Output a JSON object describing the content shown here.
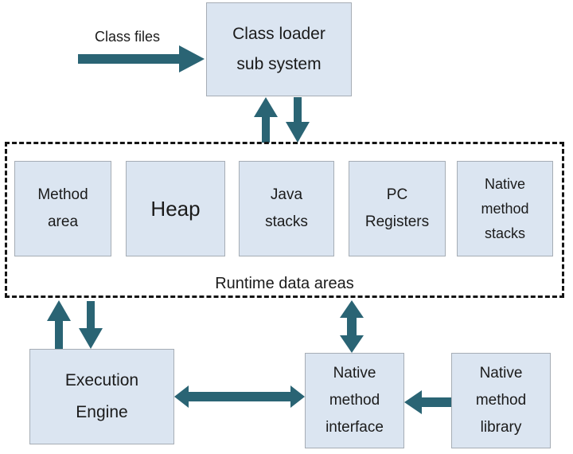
{
  "colors": {
    "arrow_teal": "#2a6474",
    "box_fill": "#dbe5f1",
    "box_border": "#a6adb5",
    "dashed_border": "#141414",
    "text": "#1b1b1b"
  },
  "labels": {
    "class_files": "Class files",
    "runtime_data_areas": "Runtime data areas"
  },
  "nodes": {
    "class_loader": {
      "lines": [
        "Class loader",
        "sub system"
      ]
    },
    "method_area": {
      "lines": [
        "Method",
        "area"
      ]
    },
    "heap": {
      "lines": [
        "Heap"
      ]
    },
    "java_stacks": {
      "lines": [
        "Java",
        "stacks"
      ]
    },
    "pc_registers": {
      "lines": [
        "PC",
        "Registers"
      ]
    },
    "native_method_stacks": {
      "lines": [
        "Native",
        "method",
        "stacks"
      ]
    },
    "execution_engine": {
      "lines": [
        "Execution",
        "Engine"
      ]
    },
    "native_method_interface": {
      "lines": [
        "Native",
        "method",
        "interface"
      ]
    },
    "native_method_library": {
      "lines": [
        "Native",
        "method",
        "library"
      ]
    }
  },
  "arrows": [
    {
      "name": "class-files-to-class-loader",
      "heads": "single",
      "direction": "right"
    },
    {
      "name": "runtime-to-class-loader",
      "heads": "single",
      "direction": "up"
    },
    {
      "name": "class-loader-to-runtime",
      "heads": "single",
      "direction": "down"
    },
    {
      "name": "execution-engine-to-runtime",
      "heads": "single",
      "direction": "up"
    },
    {
      "name": "runtime-to-execution-engine",
      "heads": "single",
      "direction": "down"
    },
    {
      "name": "runtime-to-native-method-interface",
      "heads": "double",
      "direction": "vertical"
    },
    {
      "name": "execution-engine-to-native-method-interface",
      "heads": "double",
      "direction": "horizontal"
    },
    {
      "name": "native-method-library-to-interface",
      "heads": "single",
      "direction": "left"
    }
  ]
}
